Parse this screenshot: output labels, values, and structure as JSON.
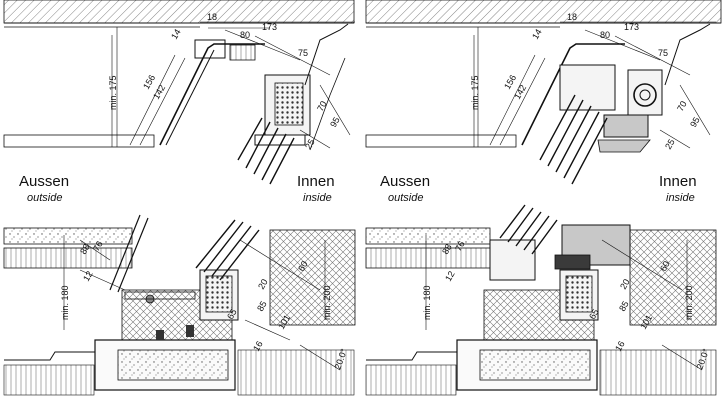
{
  "labels": {
    "outside_de": "Aussen",
    "outside_en": "outside",
    "inside_de": "Innen",
    "inside_en": "inside"
  },
  "dims": {
    "d18": "18",
    "d173": "173",
    "d14": "14",
    "d80": "80",
    "d75": "75",
    "d70": "70",
    "d95": "95",
    "d25": "25",
    "d156": "156",
    "d142": "142",
    "min175": "min. 175",
    "d88": "88",
    "d76": "76",
    "d12": "12",
    "d60": "60",
    "d20": "20",
    "d65": "65",
    "d85": "85",
    "d101": "101",
    "d16": "16",
    "min180": "min. 180",
    "min200": "min. 200",
    "angle": "20.0°"
  },
  "colors": {
    "line": "#1a1a1a",
    "hatch": "#555555",
    "gray_fill": "#c8c8c8",
    "dark_fill": "#3a3a3a"
  }
}
